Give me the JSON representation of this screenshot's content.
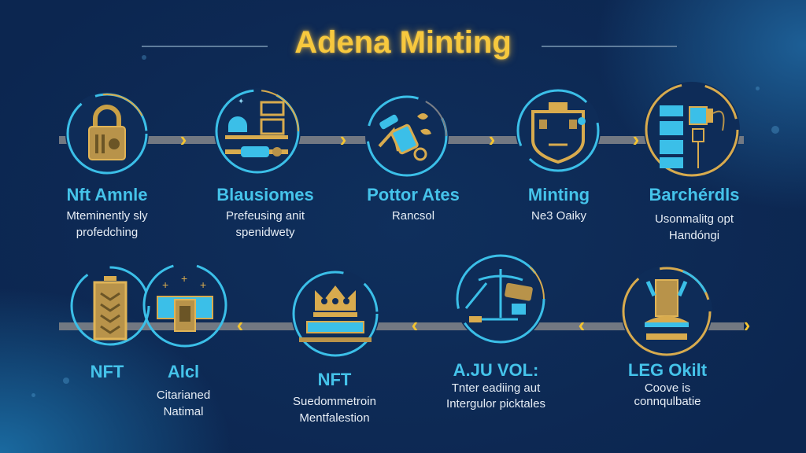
{
  "title": "Adena Minting",
  "colors": {
    "background": "#0c2650",
    "title": "#f7c83e",
    "label": "#45c3ea",
    "description": "#e6edf5",
    "accent_gold": "#d8ab4e",
    "accent_cyan": "#3bbfe8",
    "track": "#7b7f86",
    "arrow": "#f4c430"
  },
  "rows": [
    {
      "direction": "right",
      "steps": [
        {
          "label": "Nft Amnle",
          "description": [
            "Mteminently sly",
            "profedching"
          ],
          "icon": "lock-icon"
        },
        {
          "label": "Blausiomes",
          "description": [
            "Prefeusing anit",
            "spenidwety"
          ],
          "icon": "workstation-icon"
        },
        {
          "label": "Pottor Ates",
          "description": [
            "Rancsol"
          ],
          "icon": "tools-icon"
        },
        {
          "label": "Minting",
          "description": [
            "Ne3 Oaiky"
          ],
          "icon": "shield-icon"
        },
        {
          "label": "Barchérdls",
          "description": [
            "Usonmalitg opt",
            "Handóngi"
          ],
          "icon": "server-plug-icon"
        }
      ]
    },
    {
      "direction": "left",
      "steps": [
        {
          "label": "NFT",
          "description": [],
          "icon": "battery-icon"
        },
        {
          "label": "Alcl",
          "description": [
            "Citarianed",
            "Natimal"
          ],
          "icon": "card-hand-icon"
        },
        {
          "label": "NFT",
          "description": [
            "Suedommetroin",
            "Mentfalestion"
          ],
          "icon": "crown-icon"
        },
        {
          "label": "A.JU VOL:",
          "description": [
            "Tnter eadiing aut",
            "Intergulor picktales"
          ],
          "icon": "scale-icon"
        },
        {
          "label": "LEG Okilt",
          "description": [
            "Coove is",
            "connqulbatie"
          ],
          "icon": "tower-icon"
        }
      ]
    }
  ]
}
